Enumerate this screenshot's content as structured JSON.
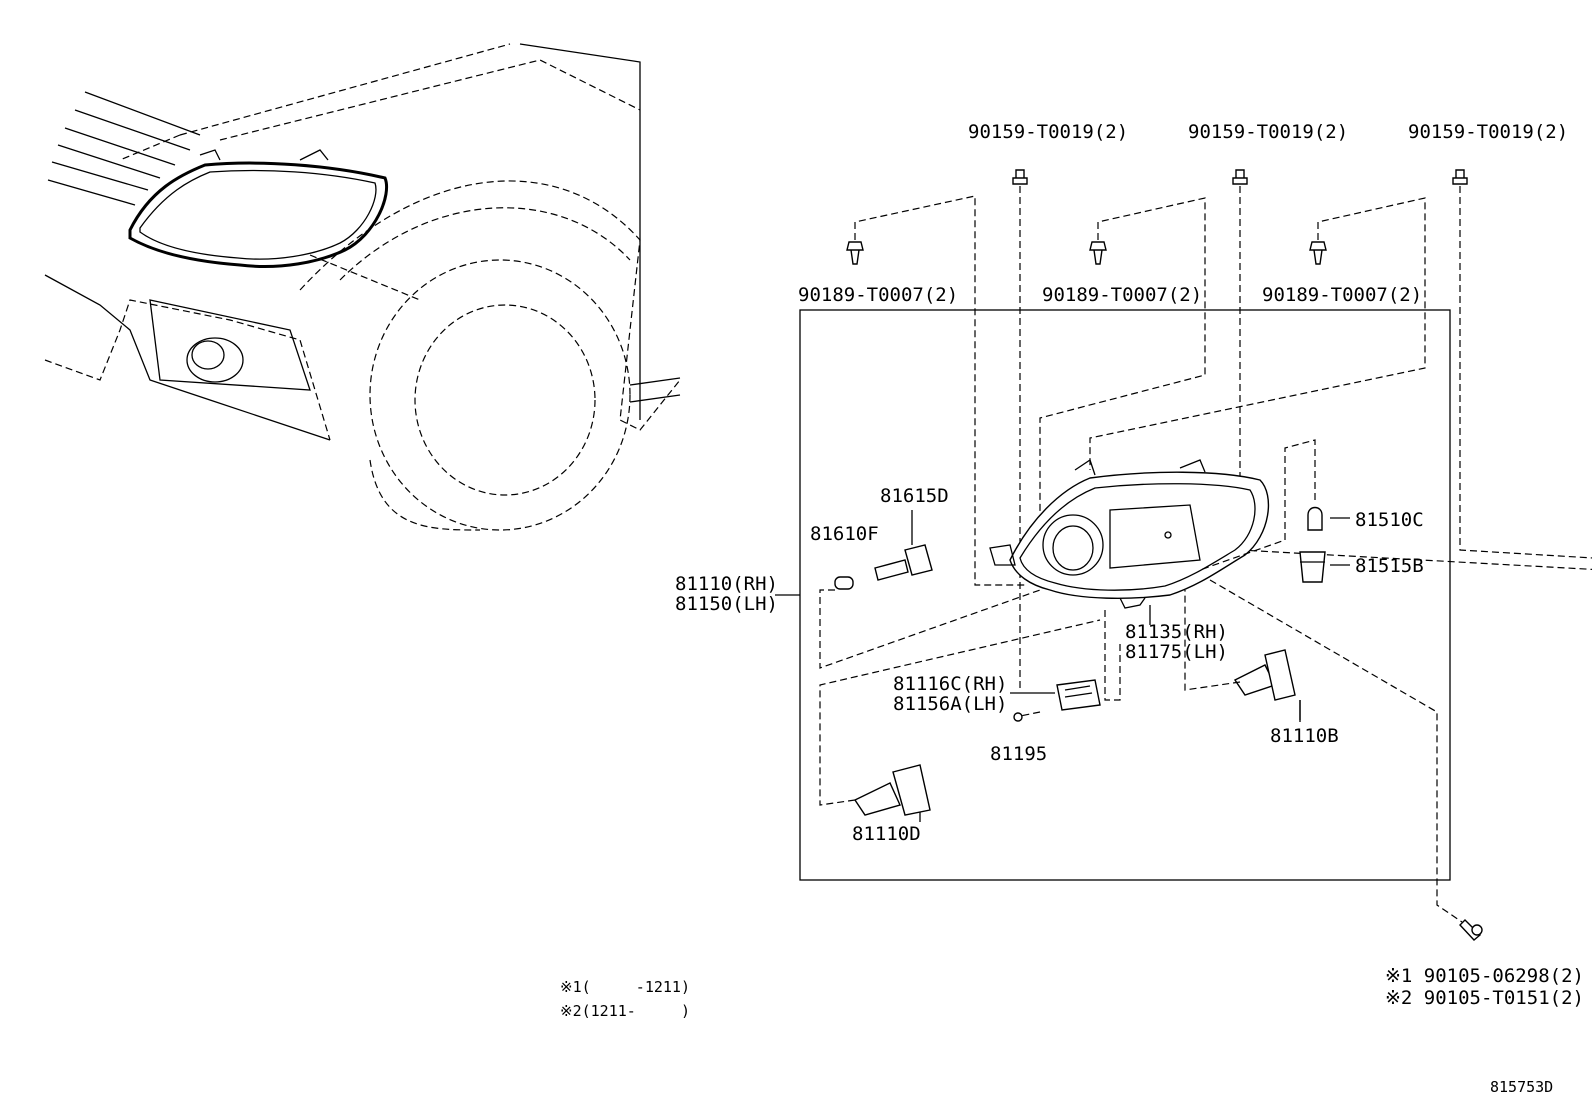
{
  "labels": {
    "clip_bolt_a": "90159-T0019(2)",
    "clip_bolt_b": "90159-T0019(2)",
    "clip_bolt_c": "90159-T0019(2)",
    "clip_a": "90189-T0007(2)",
    "clip_b": "90189-T0007(2)",
    "clip_c": "90189-T0007(2)",
    "socket_81615d": "81615D",
    "bulb_81610f": "81610F",
    "bulb_81510c": "81510C",
    "socket_81515b": "81515B",
    "assy_rh": "81110(RH)",
    "assy_lh": "81150(LH)",
    "unit_rh": "81135(RH)",
    "unit_lh": "81175(LH)",
    "ballast_rh": "81116C(RH)",
    "ballast_lh": "81156A(LH)",
    "screw_81195": "81195",
    "bulb_81110b": "81110B",
    "bulb_81110d": "81110D",
    "bolt_note_1": "※1 90105-06298(2)",
    "bolt_note_2": "※2 90105-T0151(2)",
    "legend_1": "※1(     -1211)",
    "legend_2": "※2(1211-     )",
    "figure_id": "815753D"
  }
}
